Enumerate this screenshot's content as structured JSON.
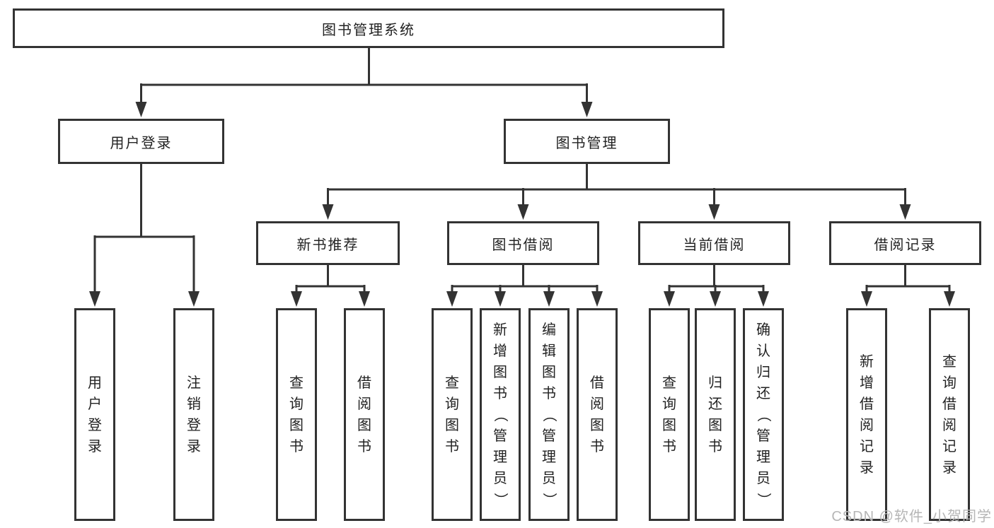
{
  "diagram": {
    "root": {
      "label": "图书管理系统"
    },
    "branches": [
      {
        "label": "用户登录",
        "children": [
          {
            "label": "用户登录"
          },
          {
            "label": "注销登录"
          }
        ]
      },
      {
        "label": "图书管理",
        "groups": [
          {
            "label": "新书推荐",
            "children": [
              {
                "label": "查询图书"
              },
              {
                "label": "借阅图书"
              }
            ]
          },
          {
            "label": "图书借阅",
            "children": [
              {
                "label": "查询图书"
              },
              {
                "label": "新增图书（管理员）"
              },
              {
                "label": "编辑图书（管理员）"
              },
              {
                "label": "借阅图书"
              }
            ]
          },
          {
            "label": "当前借阅",
            "children": [
              {
                "label": "查询图书"
              },
              {
                "label": "归还图书"
              },
              {
                "label": "确认归还（管理员）"
              }
            ]
          },
          {
            "label": "借阅记录",
            "children": [
              {
                "label": "新增借阅记录"
              },
              {
                "label": "查询借阅记录"
              }
            ]
          }
        ]
      }
    ],
    "watermark": "CSDN @软件_小贺同学",
    "colors": {
      "line": "#333333",
      "box_border": "#333333",
      "box_fill": "#ffffff",
      "text": "#222222",
      "watermark": "#b6b6b6"
    }
  }
}
